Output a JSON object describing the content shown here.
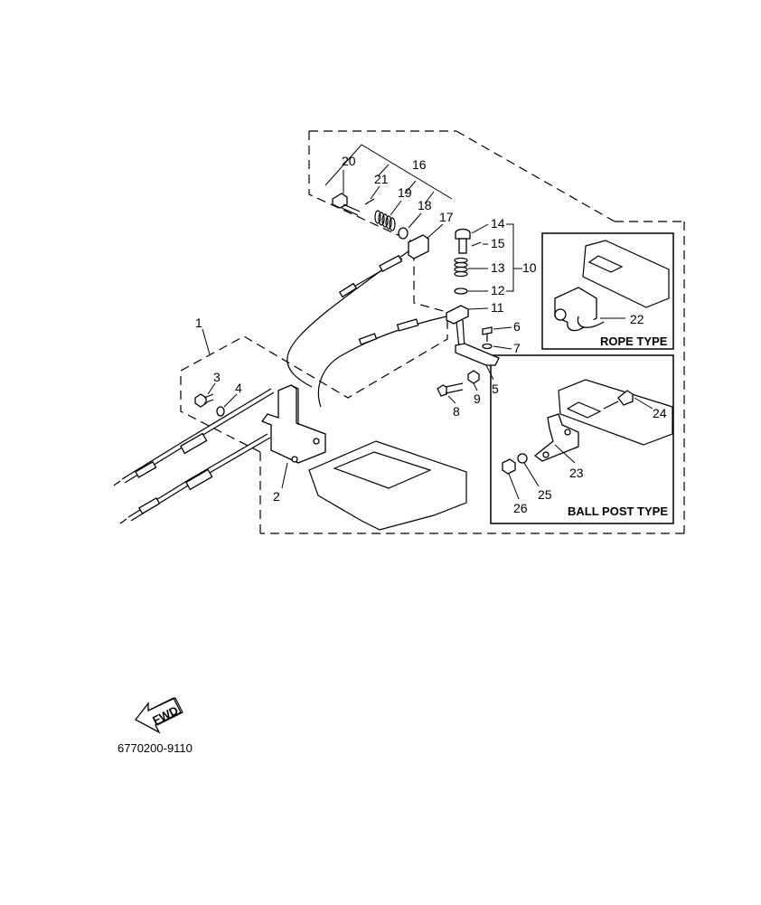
{
  "callouts": {
    "n1": "1",
    "n2": "2",
    "n3": "3",
    "n4": "4",
    "n5": "5",
    "n6": "6",
    "n7": "7",
    "n8": "8",
    "n9": "9",
    "n10": "10",
    "n11": "11",
    "n12": "12",
    "n13": "13",
    "n14": "14",
    "n15": "15",
    "n16": "16",
    "n17": "17",
    "n18": "18",
    "n19": "19",
    "n20": "20",
    "n21": "21",
    "n22": "22",
    "n23": "23",
    "n24": "24",
    "n25": "25",
    "n26": "26"
  },
  "insets": {
    "rope": "ROPE TYPE",
    "ball": "BALL POST TYPE"
  },
  "fwd_label": "FWD",
  "diagram_code": "6770200-9110"
}
